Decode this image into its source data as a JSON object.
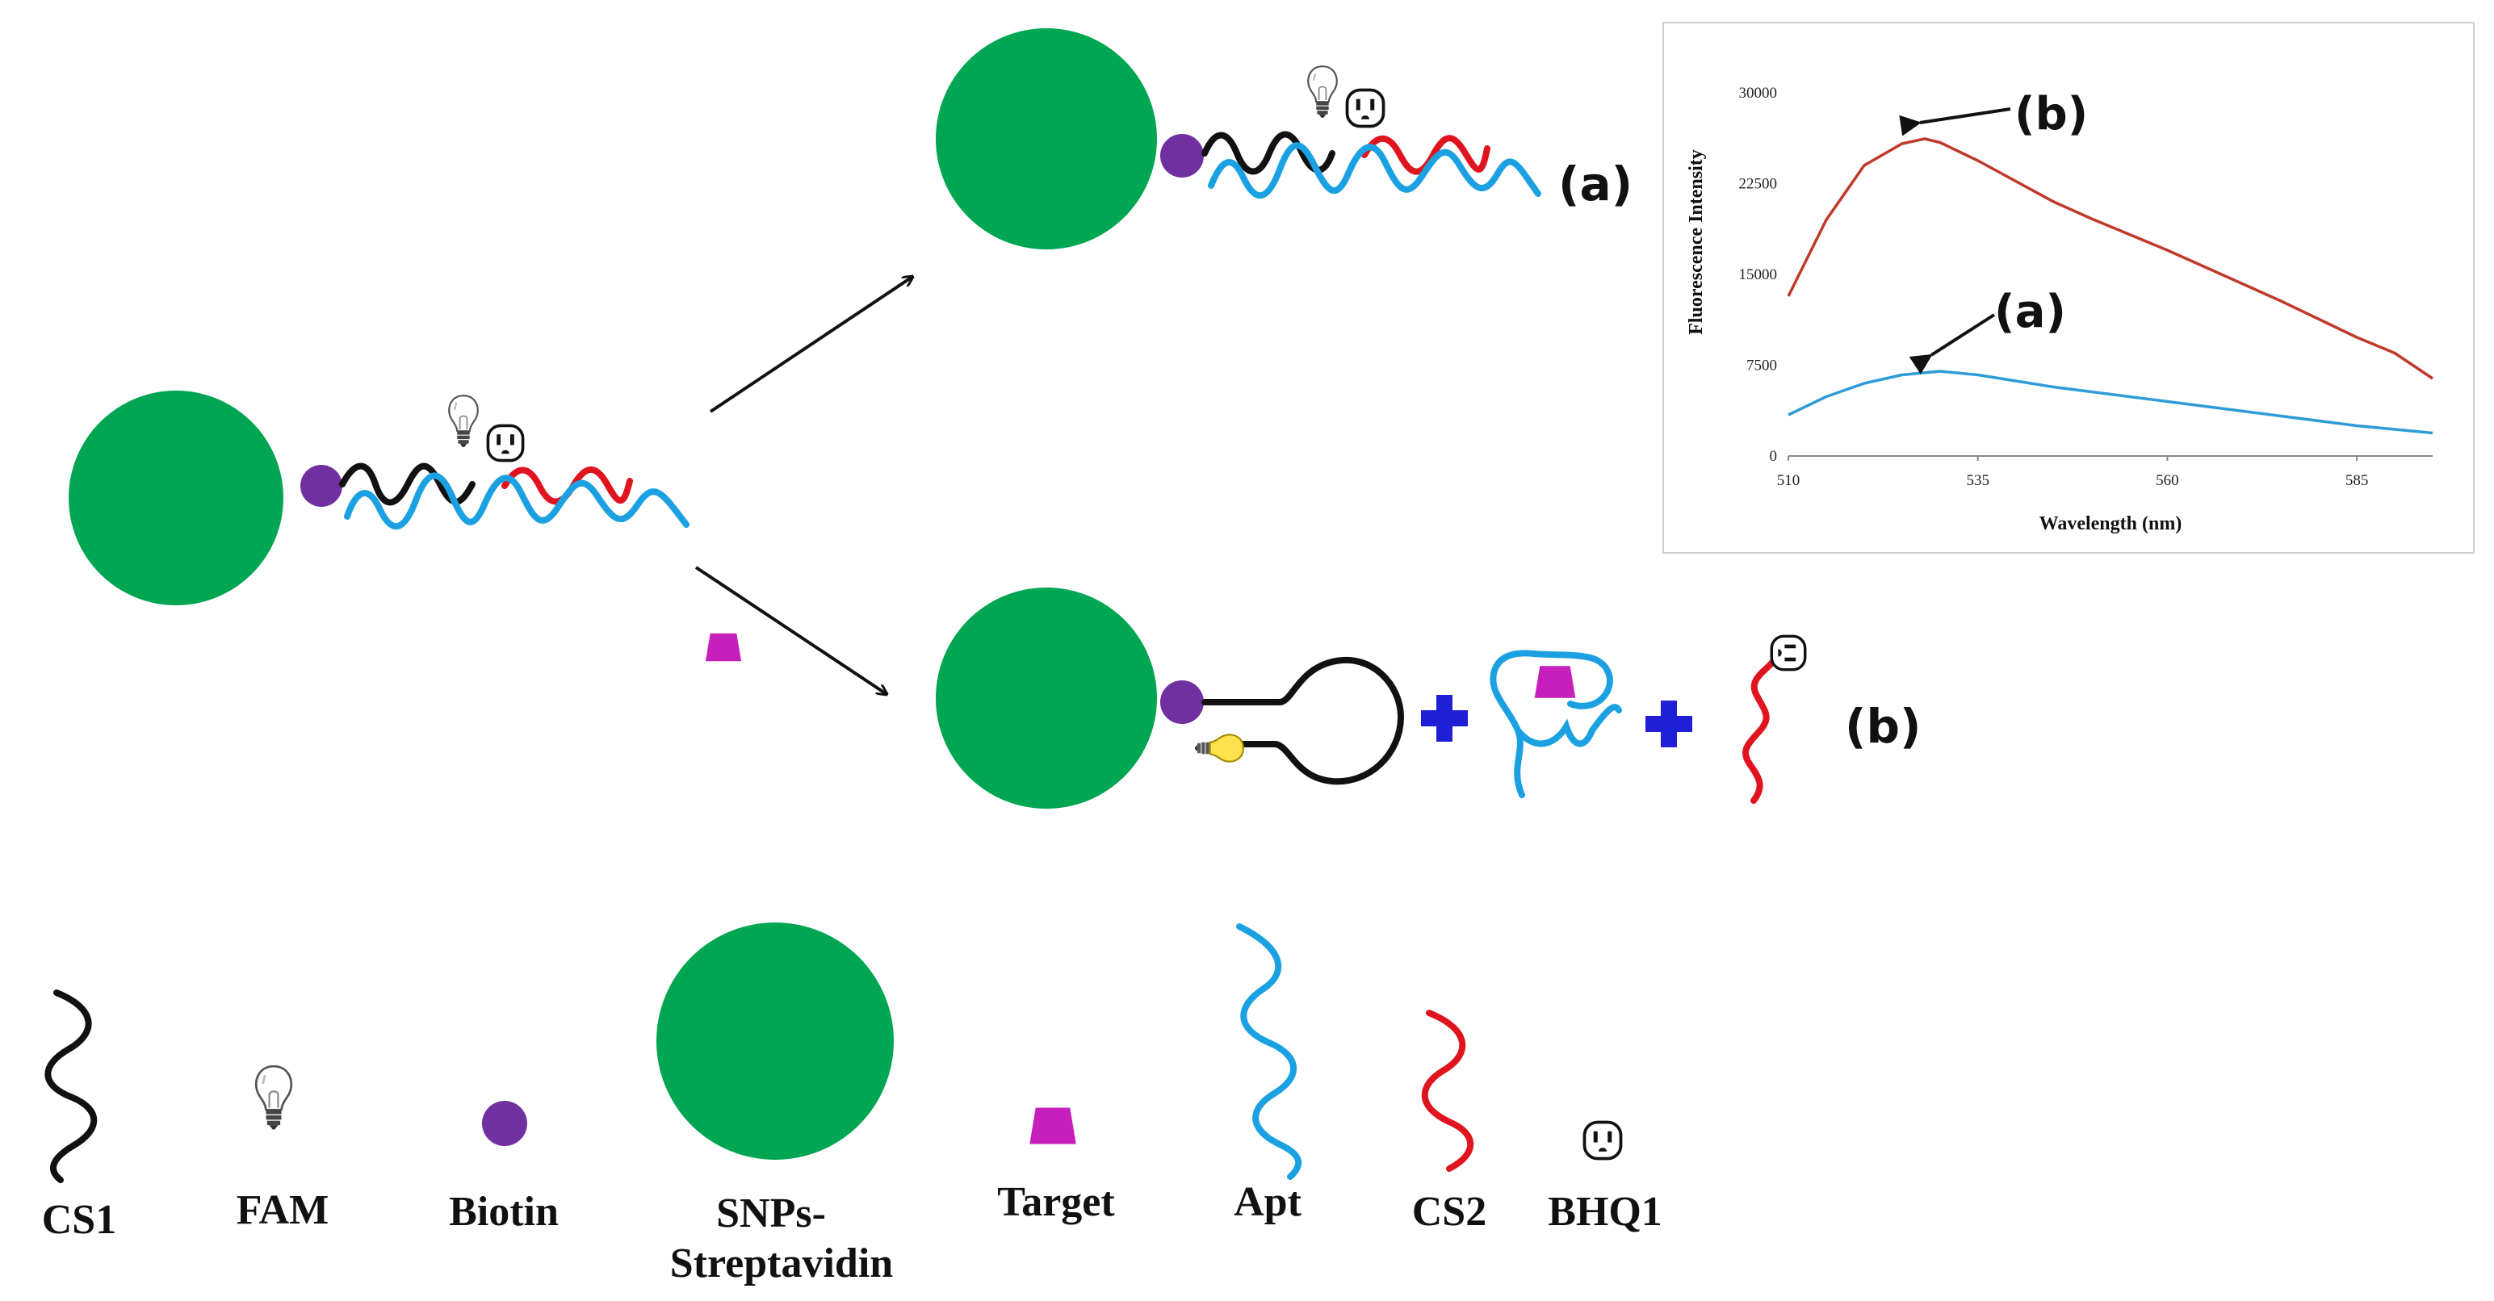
{
  "colors": {
    "particle": "#00a651",
    "biotin": "#7030a0",
    "cs1": "#111111",
    "apt": "#1ba1e2",
    "cs2": "#e0141e",
    "target": "#c71fbc",
    "plus": "#1f1fd6",
    "bulb_on": "#ffe14d"
  },
  "icons": {
    "fam": "lightbulb-icon",
    "bhq1": "outlet-icon",
    "plus": "plus-icon",
    "arrow": "arrow-icon"
  },
  "scheme": {
    "state_a_label": "(a)",
    "state_b_label": "(b)"
  },
  "legend": {
    "cs1": "CS1",
    "fam": "FAM",
    "biotin": "Biotin",
    "snps_line1": "SNPs-",
    "snps_line2": "Streptavidin",
    "target": "Target",
    "apt": "Apt",
    "cs2": "CS2",
    "bhq1": "BHQ1"
  },
  "chart_data": {
    "type": "line",
    "xlabel": "Wavelength (nm)",
    "ylabel": "Fluorescence Intensity",
    "xlim": [
      510,
      595
    ],
    "ylim": [
      0,
      30000
    ],
    "xticks": [
      510,
      535,
      560,
      585
    ],
    "yticks": [
      0,
      7500,
      15000,
      22500,
      30000
    ],
    "grid": false,
    "series": [
      {
        "name": "(b)",
        "color": "#c0392b",
        "x": [
          510,
          515,
          520,
          525,
          528,
          530,
          535,
          540,
          545,
          550,
          555,
          560,
          565,
          570,
          575,
          580,
          585,
          590,
          595
        ],
        "y": [
          13200,
          19500,
          24000,
          25800,
          26200,
          25900,
          24400,
          22700,
          21000,
          19600,
          18300,
          17000,
          15600,
          14200,
          12800,
          11300,
          9800,
          8500,
          6400
        ]
      },
      {
        "name": "(a)",
        "color": "#2e9cd6",
        "x": [
          510,
          515,
          520,
          525,
          530,
          535,
          540,
          545,
          550,
          555,
          560,
          565,
          570,
          575,
          580,
          585,
          590,
          595
        ],
        "y": [
          3400,
          4900,
          6000,
          6700,
          7000,
          6700,
          6200,
          5700,
          5300,
          4900,
          4500,
          4100,
          3700,
          3300,
          2900,
          2500,
          2200,
          1900
        ]
      }
    ]
  }
}
